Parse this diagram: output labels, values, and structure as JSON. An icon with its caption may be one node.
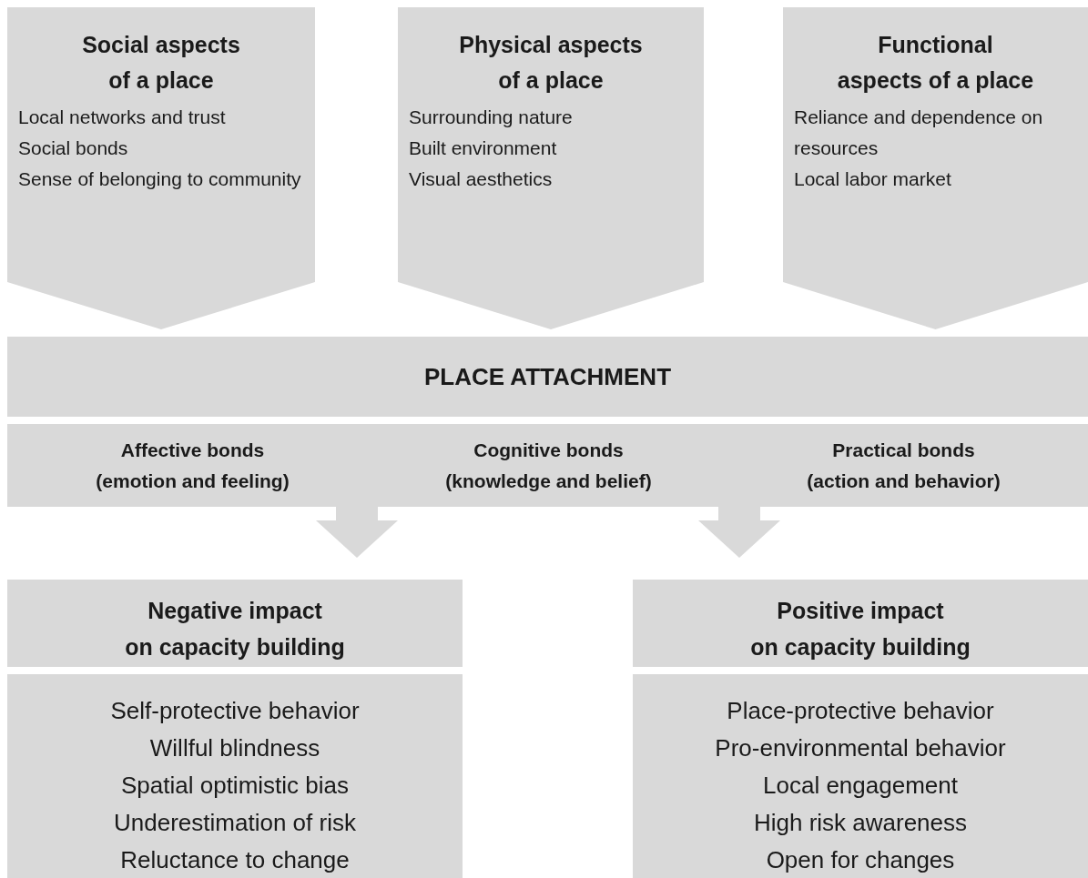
{
  "diagram": {
    "nodes": [
      {
        "text": [
          "Social aspects of a place",
          "Local networks and trust",
          "Social bonds",
          "Sense of belonging to community"
        ]
      },
      {
        "text": [
          "Physical aspects of a place",
          "Surrounding nature",
          "Built environment",
          "Visual aesthetics"
        ]
      },
      {
        "text": [
          "Functional aspects of a place",
          "Reliance and dependence on resources",
          "Local labor market"
        ]
      },
      {
        "text": [
          "PLACE ATTACHMENT"
        ]
      },
      {
        "text": [
          "Affective bonds",
          "(emotion and feeling)"
        ]
      },
      {
        "text": [
          "Cognitive bonds",
          "(knowledge and belief)"
        ]
      },
      {
        "text": [
          "Practical bonds",
          "(action and behavior)"
        ]
      },
      {
        "text": [
          "Negative impact",
          "on capacity building"
        ]
      },
      {
        "text": [
          "Self-protective behavior",
          "Willful blindness",
          "Spatial optimistic bias",
          "Underestimation of risk",
          "Reluctance to change"
        ]
      },
      {
        "text": [
          "Positive impact",
          "on capacity building"
        ]
      },
      {
        "text": [
          "Place-protective behavior",
          "Pro-environmental behavior",
          "Local engagement",
          "High risk awareness",
          "Open for changes"
        ]
      }
    ],
    "edges": [
      {
        "from": 4,
        "to": 7,
        "arrow": "to",
        "style": "thick"
      },
      {
        "from": 6,
        "to": 9,
        "arrow": "to",
        "style": "thick"
      }
    ]
  }
}
